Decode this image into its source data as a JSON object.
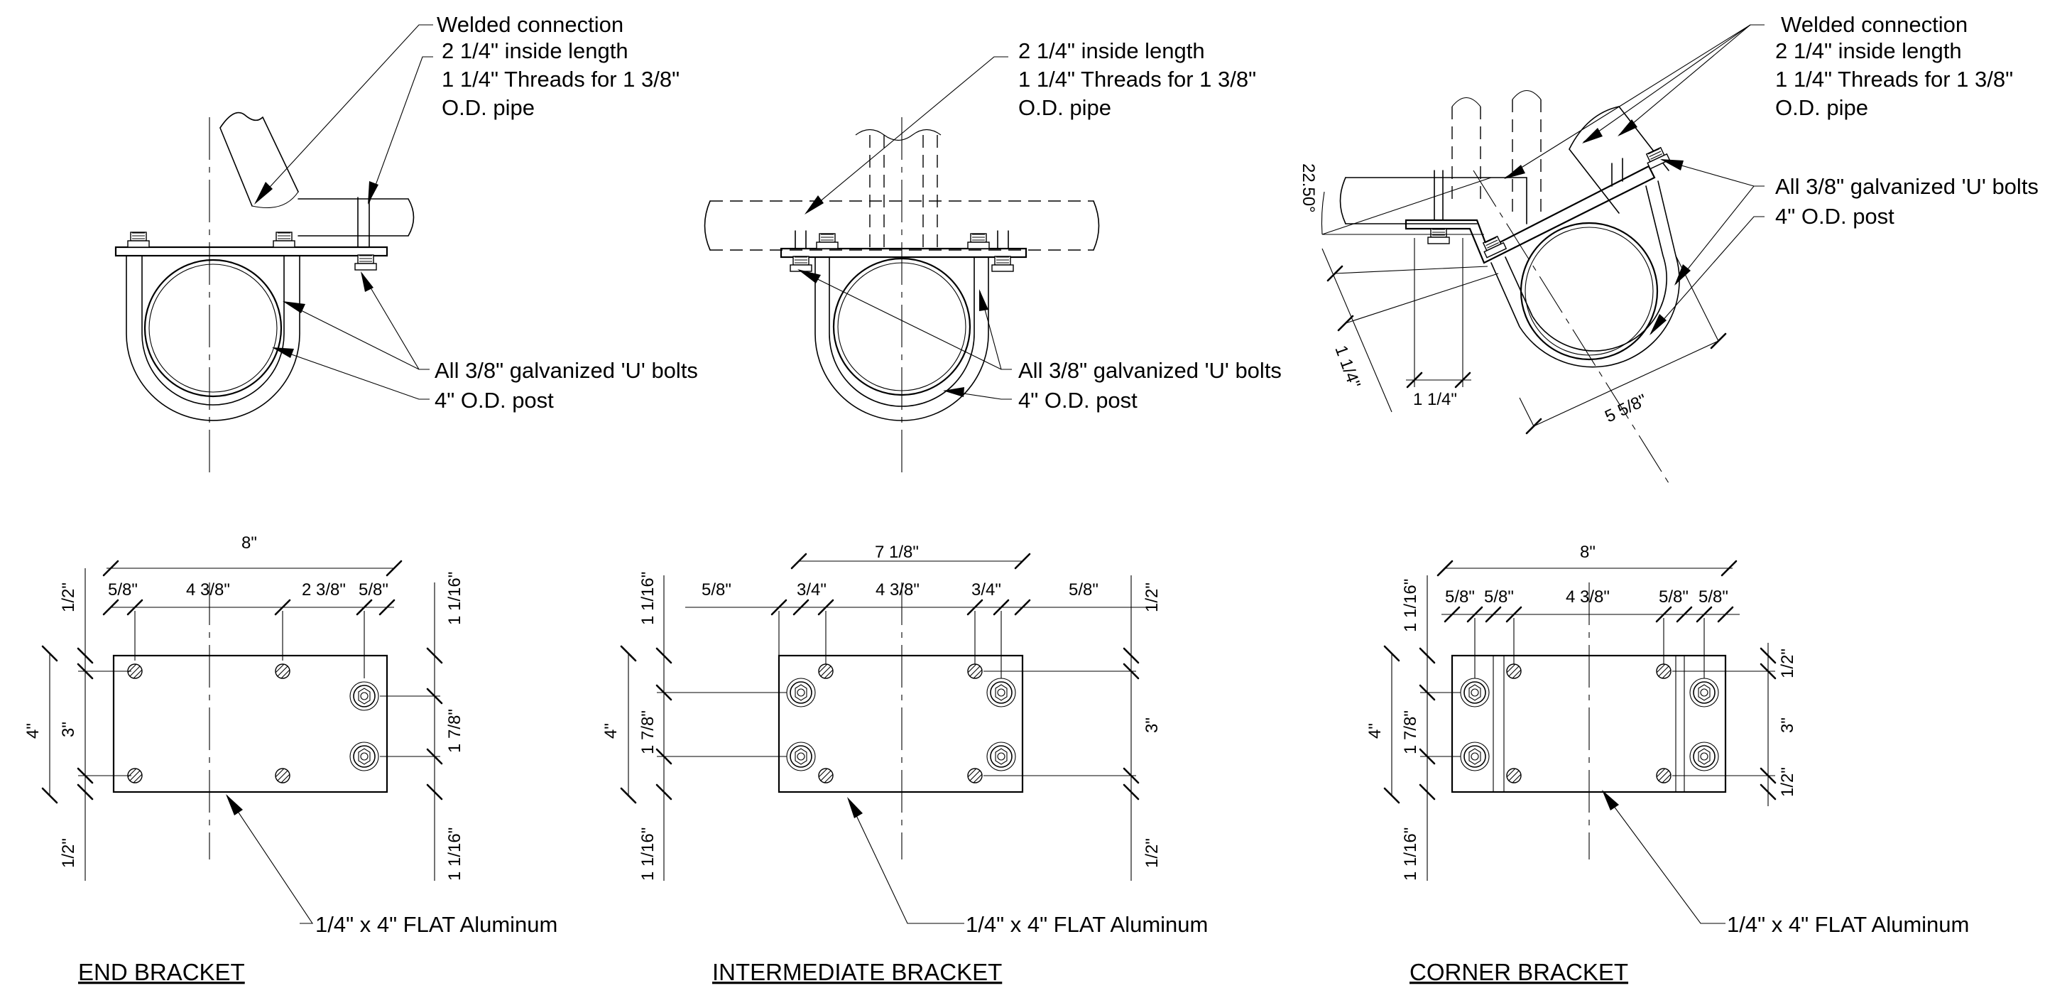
{
  "top_views": [
    {
      "callouts": [
        "Welded connection",
        "2 1/4\" inside length",
        "1 1/4\" Threads for 1 3/8\"",
        "O.D. pipe",
        "All 3/8\" galvanized 'U' bolts",
        "4\" O.D. post"
      ]
    },
    {
      "callouts": [
        "2 1/4\" inside length",
        "1 1/4\" Threads for 1 3/8\"",
        "O.D. pipe",
        "All 3/8\" galvanized 'U' bolts",
        "4\" O.D. post"
      ]
    },
    {
      "callouts": [
        "Welded connection",
        "2 1/4\" inside length",
        "1 1/4\" Threads for 1 3/8\"",
        "O.D. pipe",
        "All 3/8\" galvanized 'U' bolts",
        "4\" O.D. post"
      ],
      "dims": [
        "22.50°",
        "1 1/4\"",
        "1 1/4\"",
        "5 5/8\""
      ]
    }
  ],
  "plans": [
    {
      "title": "END BRACKET",
      "note": "1/4\" x 4\" FLAT Aluminum",
      "dims_top": [
        "8\"",
        "5/8\"",
        "4 3/8\"",
        "2 3/8\"",
        "5/8\""
      ],
      "dims_left": [
        "1/2\"",
        "4\"",
        "3\"",
        "1/2\""
      ],
      "dims_right": [
        "1 1/16\"",
        "1 7/8\"",
        "1 1/16\""
      ]
    },
    {
      "title": "INTERMEDIATE BRACKET",
      "note": "1/4\" x 4\" FLAT Aluminum",
      "dims_top": [
        "7 1/8\"",
        "5/8\"",
        "3/4\"",
        "4 3/8\"",
        "3/4\"",
        "5/8\""
      ],
      "dims_left": [
        "1 1/16\"",
        "4\"",
        "1 7/8\"",
        "1 1/16\""
      ],
      "dims_right": [
        "1/2\"",
        "3\"",
        "1/2\""
      ]
    },
    {
      "title": "CORNER BRACKET",
      "note": "1/4\" x 4\" FLAT Aluminum",
      "dims_top": [
        "8\"",
        "5/8\"",
        "5/8\"",
        "4 3/8\"",
        "5/8\"",
        "5/8\""
      ],
      "dims_left": [
        "1 1/16\"",
        "4\"",
        "1 7/8\"",
        "1 1/16\""
      ],
      "dims_right": [
        "1/2\"",
        "3\"",
        "1/2\""
      ]
    }
  ]
}
